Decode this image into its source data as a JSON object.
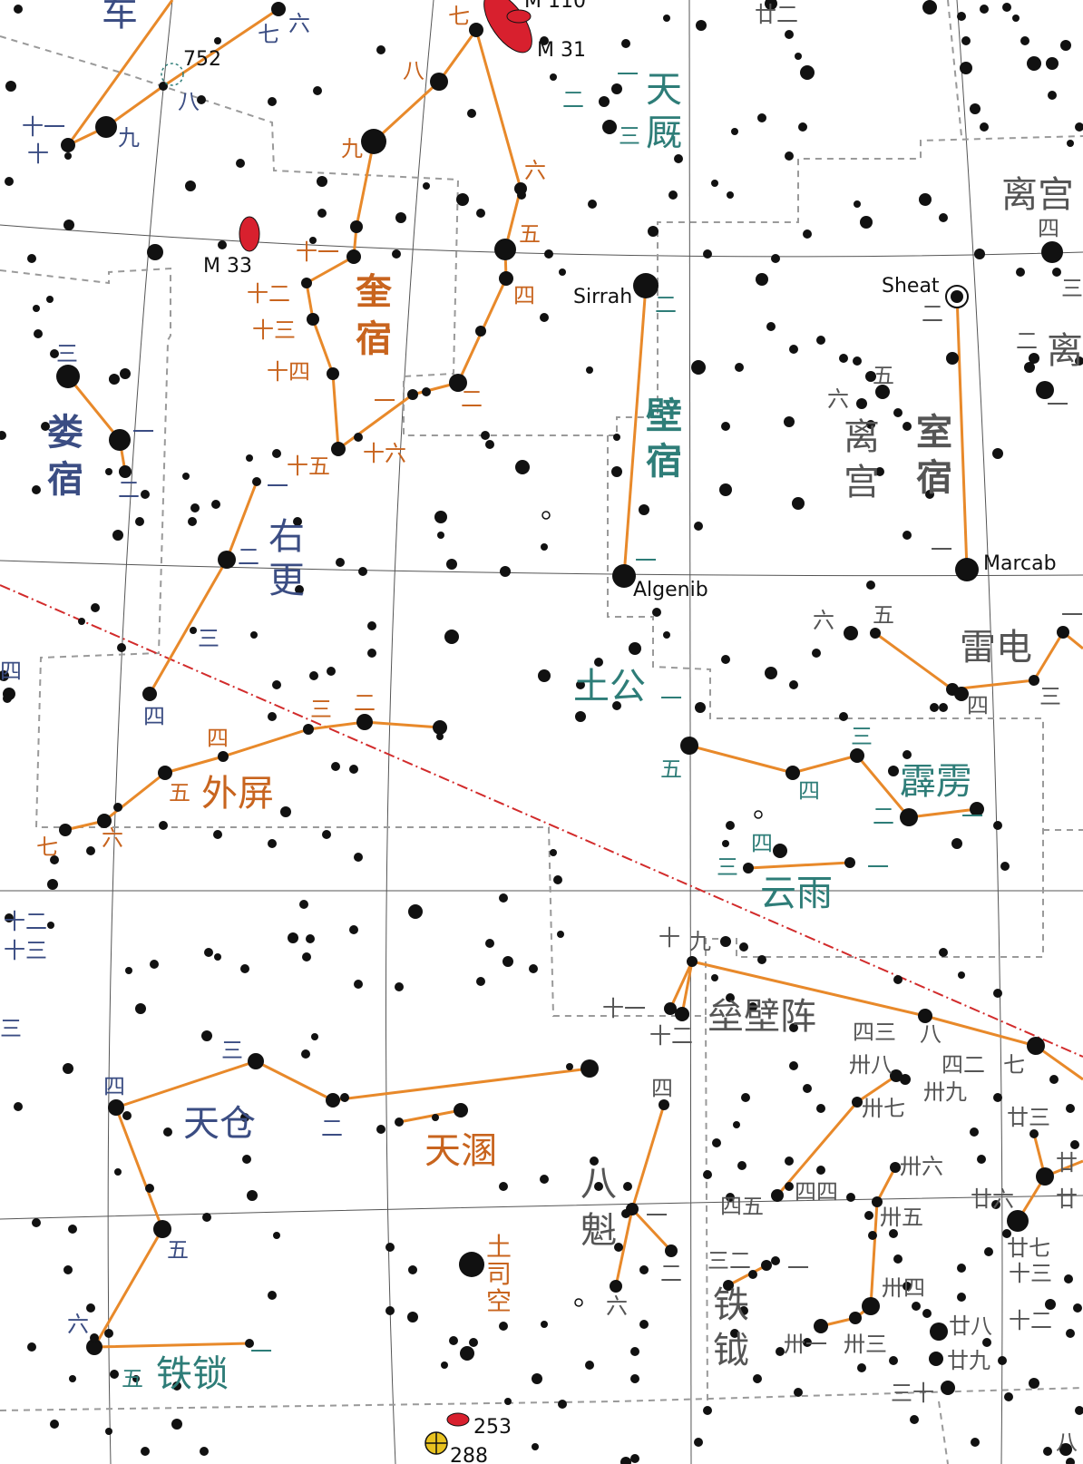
{
  "colors": {
    "star": "#111111",
    "line": "#e8892a",
    "grid": "#555555",
    "boundary": "#9a9a9a",
    "ecliptic": "#d22b2b",
    "nebula": "#d8202e",
    "orange_label": "#c8641e",
    "blue_label": "#3b4d83",
    "teal_label": "#2e7d78",
    "gray_label": "#555555"
  },
  "constellations": [
    {
      "name": "车",
      "color": "blue"
    },
    {
      "name": "天\n厩",
      "color": "teal"
    },
    {
      "name": "离宫",
      "color": "gray"
    },
    {
      "name": "离",
      "color": "gray"
    },
    {
      "name": "奎\n宿",
      "color": "orange"
    },
    {
      "name": "娄\n宿",
      "color": "blue"
    },
    {
      "name": "壁\n宿",
      "color": "teal"
    },
    {
      "name": "离\n宫",
      "color": "gray"
    },
    {
      "name": "室\n宿",
      "color": "gray"
    },
    {
      "name": "右\n更",
      "color": "blue"
    },
    {
      "name": "土公",
      "color": "teal"
    },
    {
      "name": "雷电",
      "color": "gray"
    },
    {
      "name": "外屏",
      "color": "orange"
    },
    {
      "name": "霹雳",
      "color": "teal"
    },
    {
      "name": "云雨",
      "color": "teal"
    },
    {
      "name": "垒壁阵",
      "color": "gray"
    },
    {
      "name": "天仓",
      "color": "blue"
    },
    {
      "name": "天溷",
      "color": "orange"
    },
    {
      "name": "八\n魁",
      "color": "gray"
    },
    {
      "name": "土\n司\n空",
      "color": "orange"
    },
    {
      "name": "铁\n钺",
      "color": "gray"
    },
    {
      "name": "铁锁",
      "color": "teal"
    }
  ],
  "star_labels": [
    "Sirrah",
    "Sheat",
    "Algenib",
    "Marcab"
  ],
  "deep_sky": [
    "M 110",
    "M 31",
    "M 33",
    "752",
    "253",
    "288"
  ],
  "index_labels": {
    "orange": [
      "七",
      "八",
      "九",
      "十一",
      "十二",
      "十三",
      "十四",
      "十五",
      "十六",
      "六",
      "五",
      "四",
      "二",
      "一",
      "三",
      "二",
      "四",
      "五",
      "七",
      "六"
    ],
    "blue": [
      "六",
      "七",
      "八",
      "九",
      "十一",
      "十",
      "三",
      "一",
      "二",
      "一",
      "二",
      "三",
      "四",
      "三",
      "四",
      "二",
      "五",
      "六",
      "四",
      "十二",
      "十三",
      "三"
    ],
    "teal": [
      "一",
      "二",
      "三",
      "二",
      "一",
      "一",
      "五",
      "四",
      "三",
      "二",
      "一",
      "四",
      "三",
      "一",
      "一",
      "五"
    ],
    "gray": [
      "廿二",
      "四",
      "三",
      "二",
      "一",
      "五",
      "六",
      "二",
      "一",
      "六",
      "五",
      "四",
      "三",
      "一",
      "十",
      "九",
      "十一",
      "十二",
      "四三",
      "八",
      "卅八",
      "四二",
      "七",
      "卅七",
      "卅九",
      "廿三",
      "四",
      "一",
      "廿",
      "廿六",
      "廿",
      "廿七",
      "卅六",
      "四五",
      "四四",
      "卅五",
      "十三",
      "二",
      "三二",
      "一",
      "卅四",
      "十二",
      "卅一",
      "卅三",
      "廿八",
      "廿九",
      "三十",
      "六",
      "八"
    ]
  }
}
